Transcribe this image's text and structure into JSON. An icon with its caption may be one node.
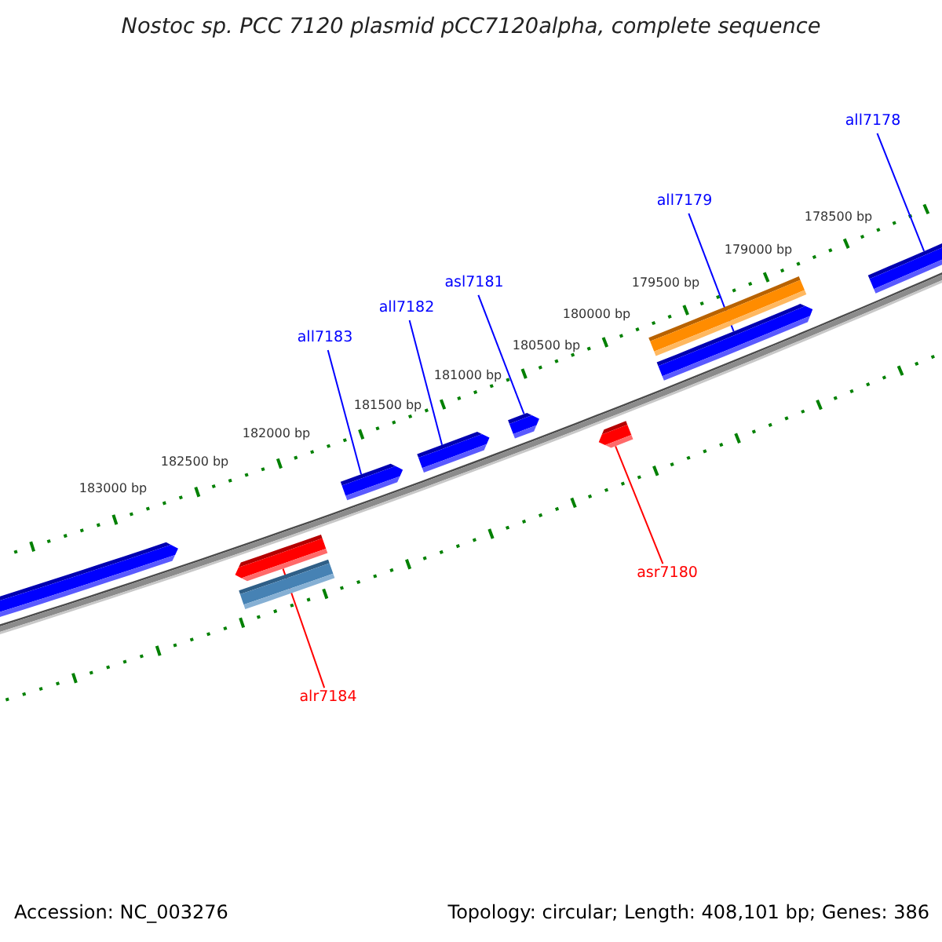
{
  "diagram": {
    "title": "Nostoc sp. PCC 7120 plasmid pCC7120alpha, complete sequence",
    "nodes": [
      {
        "text": [
          "all7178"
        ]
      },
      {
        "text": [
          "all7179"
        ]
      },
      {
        "text": [
          "asl7181"
        ]
      },
      {
        "text": [
          "all7182"
        ]
      },
      {
        "text": [
          "all7183"
        ]
      },
      {
        "text": [
          "asr7180"
        ]
      },
      {
        "text": [
          "alr7184"
        ]
      },
      {
        "text": [],
        "shape": "bar"
      },
      {
        "text": [],
        "shape": "bar"
      },
      {
        "text": [],
        "shape": "bar"
      },
      {
        "text": [],
        "shape": "bar"
      },
      {
        "text": [],
        "shape": "bar"
      },
      {
        "text": [],
        "shape": "bar"
      },
      {
        "text": [],
        "shape": "bar"
      },
      {
        "text": [],
        "shape": "bar"
      },
      {
        "text": [],
        "shape": "bar"
      },
      {
        "text": [],
        "shape": "bar"
      }
    ],
    "edges": [
      {
        "from": 0,
        "to": 16,
        "arrow": "none"
      },
      {
        "from": 1,
        "to": 15,
        "arrow": "none"
      },
      {
        "from": 2,
        "to": 12,
        "arrow": "none"
      },
      {
        "from": 3,
        "to": 11,
        "arrow": "none"
      },
      {
        "from": 4,
        "to": 10,
        "arrow": "none"
      },
      {
        "from": 5,
        "to": 13,
        "arrow": "none",
        "color": "#ff0000"
      },
      {
        "from": 6,
        "to": 8,
        "arrow": "none",
        "color": "#ff0000"
      }
    ],
    "labels": [
      "178500 bp",
      "179000 bp",
      "179500 bp",
      "180000 bp",
      "180500 bp",
      "181000 bp",
      "181500 bp",
      "182000 bp",
      "182500 bp",
      "183000 bp",
      "Accession: NC_003276",
      "Topology: circular; Length: 408,101 bp; Genes: 386"
    ]
  }
}
